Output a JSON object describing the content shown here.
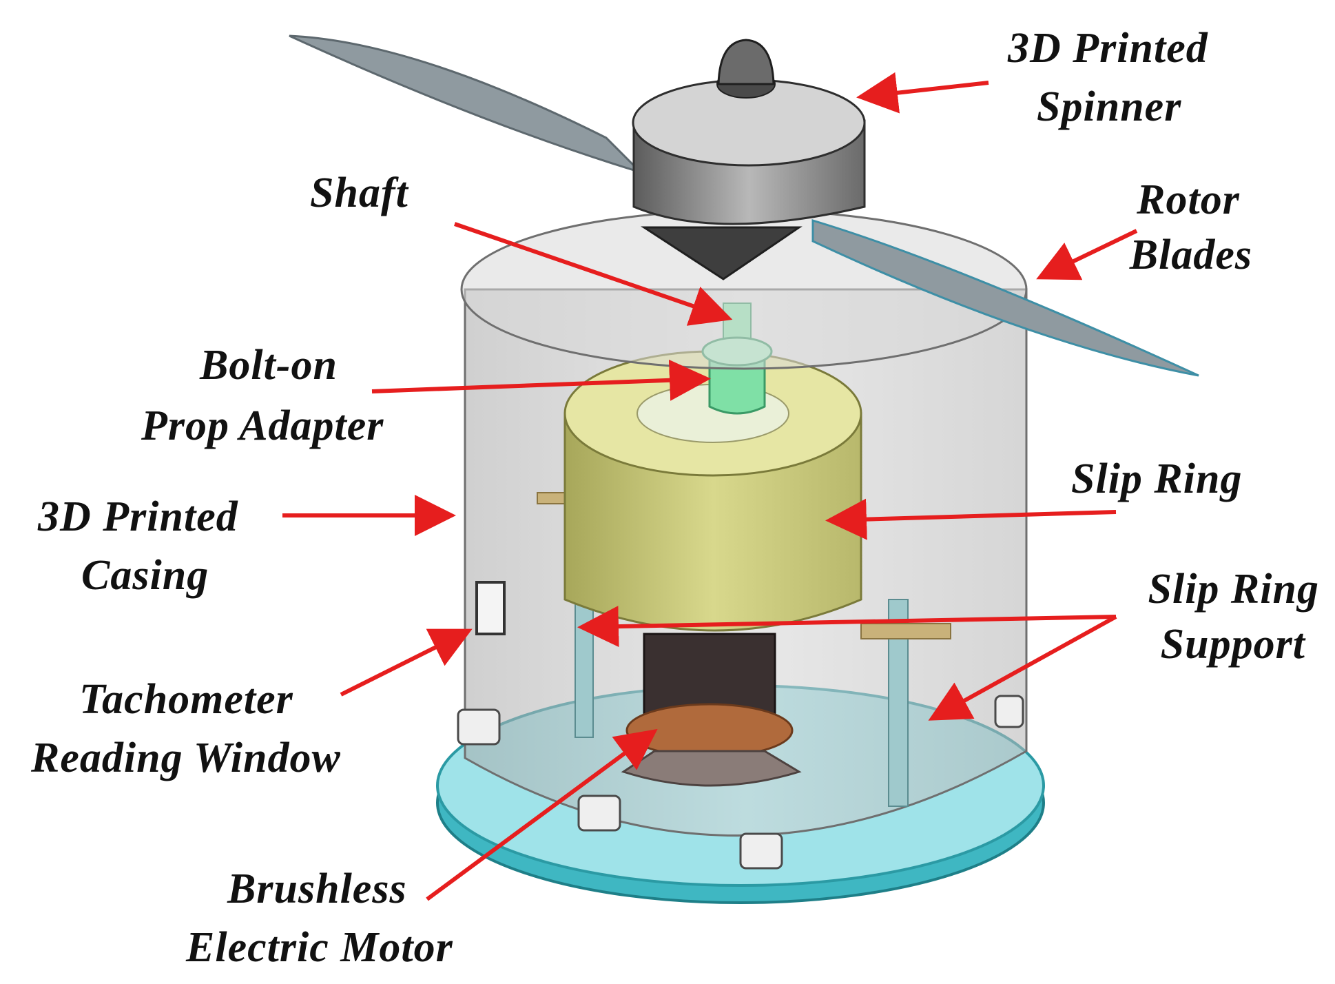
{
  "colors": {
    "arrow": "#e61e1e",
    "casing": "#c9c9c9",
    "blade": "#8f9aa0",
    "slip_ring": "#d9d98a",
    "base_plate": "#7fd6dd",
    "adapter": "#8fe6b0",
    "motor": "#3a3030"
  },
  "labels": {
    "spinner": [
      "3D Printed",
      "Spinner"
    ],
    "shaft": [
      "Shaft"
    ],
    "rotor_blades": [
      "Rotor",
      "Blades"
    ],
    "adapter": [
      "Bolt-on",
      "Prop Adapter"
    ],
    "slip_ring": [
      "Slip Ring"
    ],
    "casing": [
      "3D Printed",
      "Casing"
    ],
    "slip_ring_support": [
      "Slip Ring",
      "Support"
    ],
    "tachometer": [
      "Tachometer",
      "Reading Window"
    ],
    "motor": [
      "Brushless",
      "Electric Motor"
    ]
  }
}
